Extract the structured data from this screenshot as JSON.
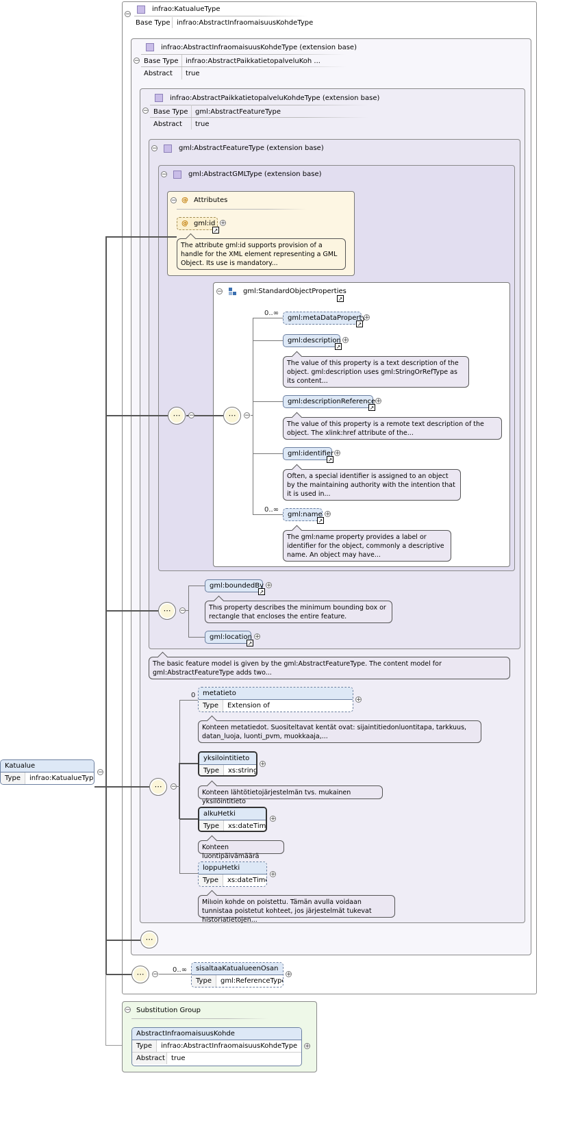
{
  "root": {
    "title": "infrao:KatualueType",
    "base_type_label": "Base Type",
    "base_type_value": "infrao:AbstractInfraomaisuusKohdeType"
  },
  "level1": {
    "title": "infrao:AbstractInfraomaisuusKohdeType (extension base)",
    "base_type_label": "Base Type",
    "base_type_value": "infrao:AbstractPaikkatietopalveluKoh ...",
    "abstract_label": "Abstract",
    "abstract_value": "true"
  },
  "level2": {
    "title": "infrao:AbstractPaikkatietopalveluKohdeType (extension base)",
    "base_type_label": "Base Type",
    "base_type_value": "gml:AbstractFeatureType",
    "abstract_label": "Abstract",
    "abstract_value": "true"
  },
  "level3": {
    "title": "gml:AbstractFeatureType (extension base)"
  },
  "level4": {
    "title": "gml:AbstractGMLType (extension base)"
  },
  "attributes": {
    "title": "Attributes",
    "attr_name": "gml:id",
    "attr_note": "The attribute gml:id supports provision of a handle for the XML element representing a GML Object. Its use is mandatory..."
  },
  "sop": {
    "title": "gml:StandardObjectProperties",
    "items": [
      {
        "name": "gml:metaDataProperty",
        "occurs": "0..∞",
        "note": ""
      },
      {
        "name": "gml:description",
        "occurs": "",
        "note": "The value of this property is a text description of the object. gml:description uses gml:StringOrRefType as its content..."
      },
      {
        "name": "gml:descriptionReference",
        "occurs": "",
        "note": "The value of this property is a remote text description of the object. The xlink:href attribute of the..."
      },
      {
        "name": "gml:identifier",
        "occurs": "",
        "note": "Often, a special identifier is assigned to an object by the maintaining authority with the intention that it is used in..."
      },
      {
        "name": "gml:name",
        "occurs": "0..∞",
        "note": "The gml:name property provides a label or identifier for the object, commonly a descriptive name. An object may have..."
      }
    ]
  },
  "feature": {
    "boundedBy": "gml:boundedBy",
    "boundedBy_note": "This property describes the minimum bounding box or rectangle that encloses the entire feature.",
    "location": "gml:location",
    "feature_note": "The basic feature model is given by the gml:AbstractFeatureType. The content model for gml:AbstractFeatureType adds two..."
  },
  "infra": {
    "type_label": "Type",
    "items": [
      {
        "name": "metatieto",
        "occurs": "0",
        "type": "Extension of 'gml:AbstractMemberType'",
        "note": "Kohteen metatiedot. Suositeltavat kentät ovat: sijaintitiedonluontitapa, tarkkuus, datan_luoja, luonti_pvm, muokkaaja,..."
      },
      {
        "name": "yksilointitieto",
        "occurs": "",
        "type": "xs:string",
        "note": "Kohteen lähtötietojärjestelmän tvs. mukainen yksilöintitieto"
      },
      {
        "name": "alkuHetki",
        "occurs": "",
        "type": "xs:dateTime",
        "note": "Kohteen luontipäivämäärä"
      },
      {
        "name": "loppuHetki",
        "occurs": "",
        "type": "xs:dateTime",
        "note": "Milloin kohde on poistettu. Tämän avulla voidaan tunnistaa poistetut kohteet, jos järjestelmät tukevat historiatietojen..."
      }
    ]
  },
  "katualue_own": {
    "name": "sisaltaaKatualueenOsan",
    "occurs": "0..∞",
    "type_label": "Type",
    "type": "gml:ReferenceType"
  },
  "element": {
    "name": "Katualue",
    "type_label": "Type",
    "type": "infrao:KatualueType"
  },
  "substitution": {
    "title": "Substitution Group",
    "name": "AbstractInfraomaisuusKohde",
    "type_label": "Type",
    "type": "infrao:AbstractInfraomaisuusKohdeType",
    "abstract_label": "Abstract",
    "abstract_value": "true"
  },
  "glyphs": {
    "collapse": "−",
    "expand": "+",
    "link": "↗",
    "at": "@",
    "seq": "⋯"
  }
}
